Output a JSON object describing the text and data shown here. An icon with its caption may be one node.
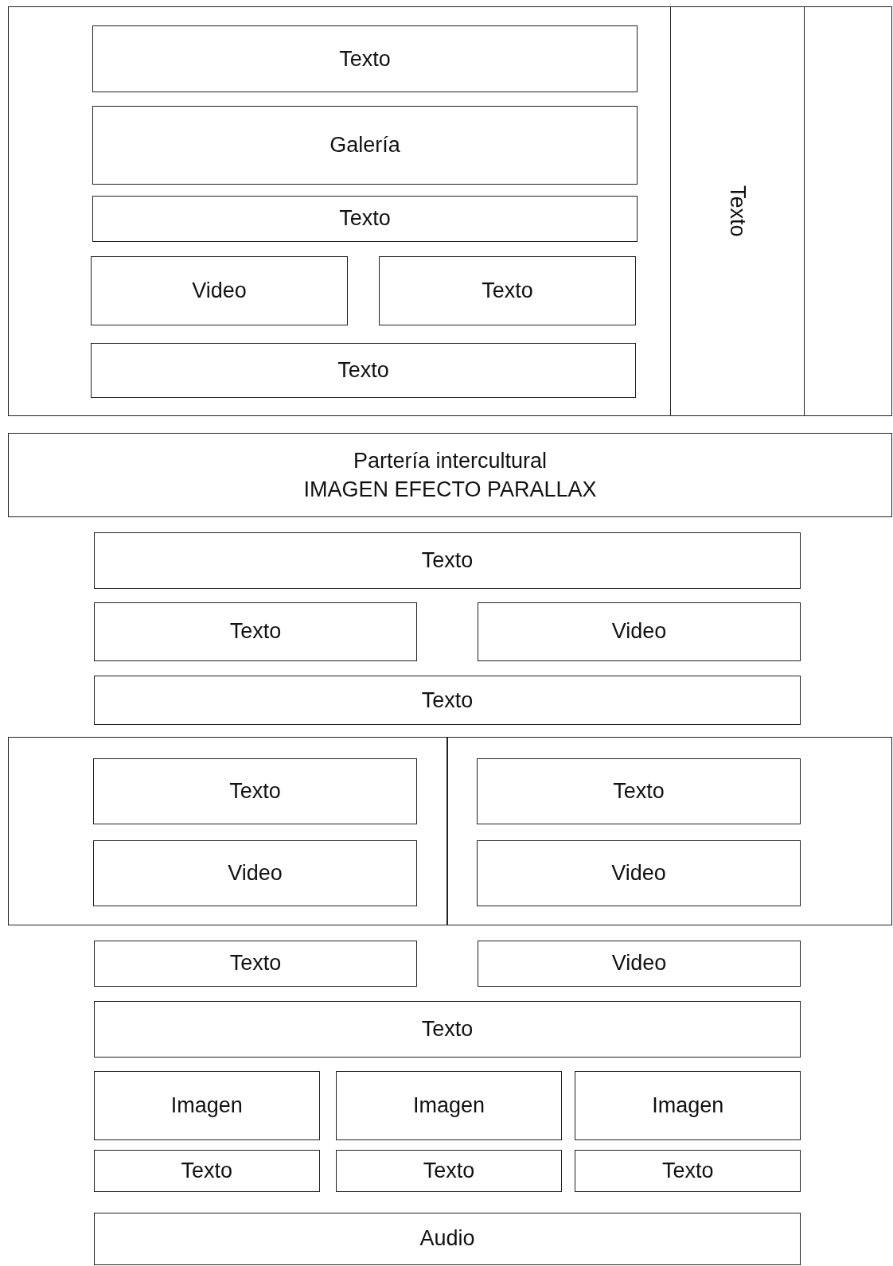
{
  "diagram": {
    "nodes": [
      {
        "text": [],
        "shape": "box"
      },
      {
        "text": [
          "Texto"
        ],
        "in": 0
      },
      {
        "text": [
          "Galería"
        ],
        "in": 0
      },
      {
        "text": [
          "Texto"
        ],
        "in": 0
      },
      {
        "text": [
          "Video"
        ],
        "in": 0
      },
      {
        "text": [
          "Texto"
        ],
        "in": 0
      },
      {
        "text": [
          "Texto"
        ],
        "in": 0
      },
      {
        "text": [
          "Texto"
        ],
        "in": 0
      },
      {
        "text": [
          "Partería intercultural",
          "IMAGEN EFECTO PARALLAX"
        ]
      },
      {
        "text": [
          "Texto"
        ]
      },
      {
        "text": [
          "Texto"
        ]
      },
      {
        "text": [
          "Video"
        ]
      },
      {
        "text": [
          "Texto"
        ]
      },
      {
        "text": [],
        "shape": "box"
      },
      {
        "text": [
          "Texto"
        ],
        "in": 13
      },
      {
        "text": [
          "Video"
        ],
        "in": 13
      },
      {
        "text": [],
        "shape": "box"
      },
      {
        "text": [
          "Texto"
        ],
        "in": 16
      },
      {
        "text": [
          "Video"
        ],
        "in": 16
      },
      {
        "text": [
          "Texto"
        ]
      },
      {
        "text": [
          "Video"
        ]
      },
      {
        "text": [
          "Texto"
        ]
      },
      {
        "text": [
          "Imagen"
        ]
      },
      {
        "text": [
          "Imagen"
        ]
      },
      {
        "text": [
          "Imagen"
        ]
      },
      {
        "text": [
          "Texto"
        ]
      },
      {
        "text": [
          "Texto"
        ]
      },
      {
        "text": [
          "Texto"
        ]
      },
      {
        "text": [
          "Audio"
        ]
      }
    ]
  }
}
